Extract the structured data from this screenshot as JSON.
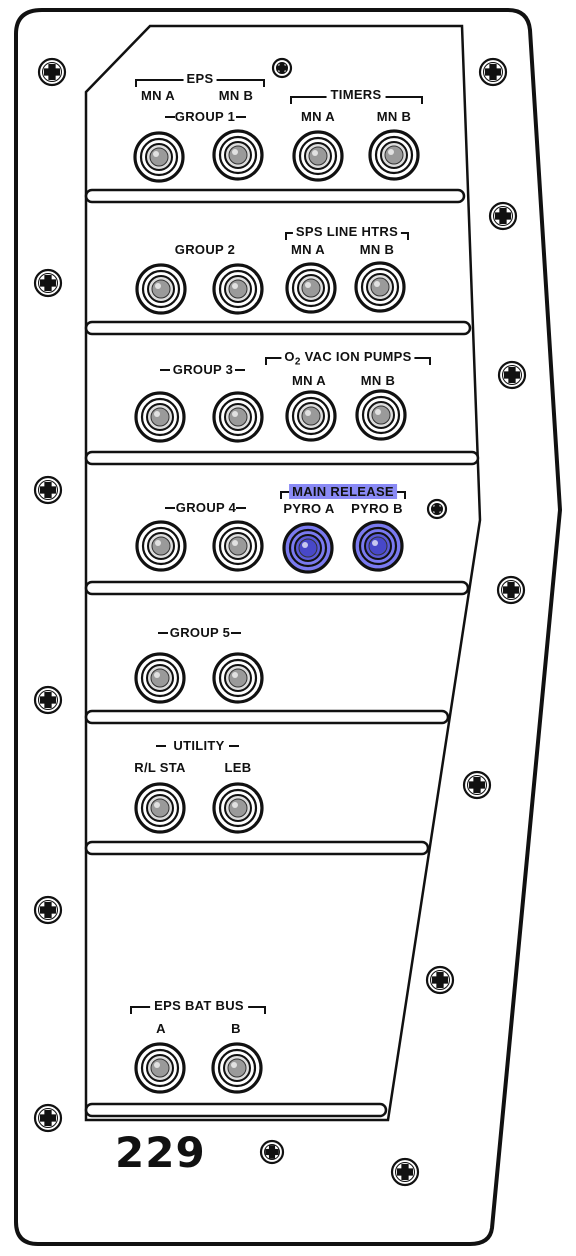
{
  "panel": {
    "number": "229",
    "highlight_color": "#5a5af5",
    "icons": {
      "screw": "phillips-screw-icon",
      "breaker": "circuit-breaker-icon"
    }
  },
  "rows": [
    {
      "name": "row-1",
      "labels": {
        "eps": "EPS",
        "mn_a": "MN A",
        "mn_b": "MN B",
        "group": "GROUP 1",
        "timers": "TIMERS",
        "timers_mn_a": "MN A",
        "timers_mn_b": "MN B"
      }
    },
    {
      "name": "row-2",
      "labels": {
        "group": "GROUP 2",
        "sps_line_htrs": "SPS LINE HTRS",
        "mn_a": "MN A",
        "mn_b": "MN B"
      }
    },
    {
      "name": "row-3",
      "labels": {
        "group": "GROUP 3",
        "o2_vac_ion_pumps_o": "O",
        "o2_sub": "2",
        "o2_vac_ion_pumps_rest": "VAC ION PUMPS",
        "mn_a": "MN A",
        "mn_b": "MN B"
      }
    },
    {
      "name": "row-4",
      "labels": {
        "group": "GROUP 4",
        "main_release": "MAIN RELEASE",
        "pyro_a": "PYRO A",
        "pyro_b": "PYRO B"
      }
    },
    {
      "name": "row-5",
      "labels": {
        "group": "GROUP 5"
      }
    },
    {
      "name": "row-6",
      "labels": {
        "utility": "UTILITY",
        "rl_sta": "R/L STA",
        "leb": "LEB"
      }
    },
    {
      "name": "row-7",
      "labels": {
        "eps_bat_bus": "EPS BAT BUS",
        "a": "A",
        "b": "B"
      }
    }
  ],
  "highlighted": [
    "pyro-a-breaker",
    "pyro-b-breaker"
  ]
}
